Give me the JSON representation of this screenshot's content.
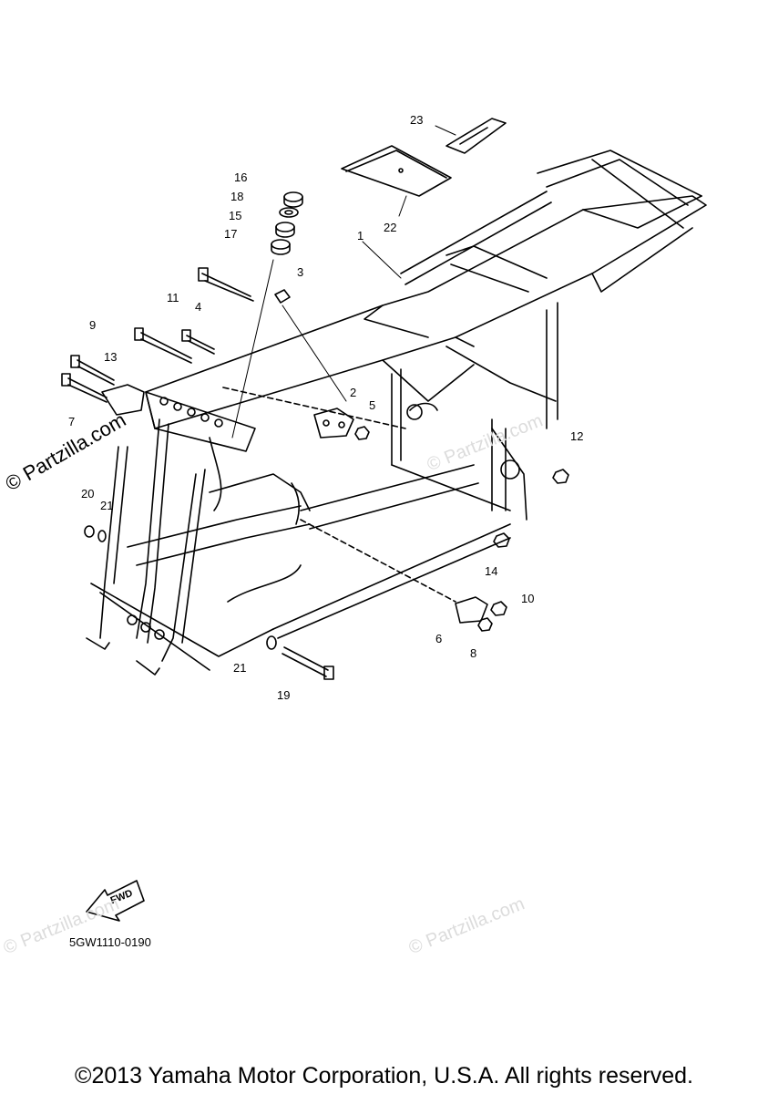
{
  "callouts": [
    "1",
    "2",
    "3",
    "4",
    "5",
    "6",
    "7",
    "8",
    "9",
    "10",
    "11",
    "12",
    "13",
    "14",
    "15",
    "16",
    "17",
    "18",
    "19",
    "20",
    "21",
    "21",
    "22",
    "23"
  ],
  "fwd_label": "FWD",
  "diagram_code": "5GW1110-0190",
  "watermarks": {
    "main": "© Partzilla.com",
    "faint": "© Partzilla.com"
  },
  "copyright": "©2013 Yamaha Motor Corporation, U.S.A. All rights reserved.",
  "colors": {
    "line": "#000000",
    "watermark": "#dcdcdc",
    "background": "#ffffff"
  }
}
